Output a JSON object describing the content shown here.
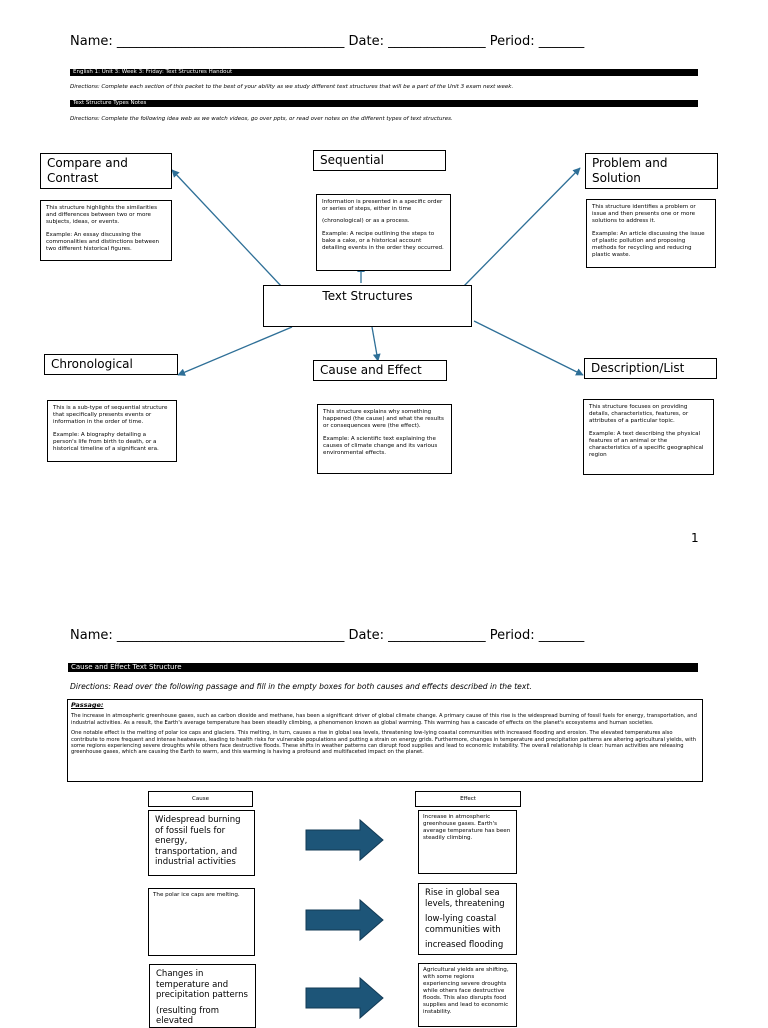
{
  "page1": {
    "header": "Name: ___________________________________ Date: _______________ Period: _______",
    "bar1": "English 1: Unit 3: Week 3: Friday: Text Structures Handout",
    "directions1": "Directions: Complete each section of this packet to the best of your ability as we study different text structures that will be a part of the Unit 3 exam next week.",
    "bar2": "Text Structure Types Notes",
    "directions2": "Directions: Complete the following idea web as we watch videos, go over ppts, or read over notes on the different types of text structures.",
    "center": "Text Structures",
    "compare": {
      "title": "Compare and Contrast",
      "p1": "This structure highlights the similarities and differences between two or more subjects, ideas, or events.",
      "p2": "Example: An essay discussing the commonalities and distinctions between two different historical figures."
    },
    "sequential": {
      "title": "Sequential",
      "p1": "Information is presented in a specific order or series of steps, either in time",
      "p2": "(chronological) or as a process.",
      "p3": "Example: A recipe outlining the steps to bake a cake, or a historical account detailing events in the order they occurred."
    },
    "problem": {
      "title": "Problem and Solution",
      "p1": "This structure identifies a problem or issue and then presents one or more solutions to address it.",
      "p2": "Example: An article discussing the issue of plastic pollution and proposing methods for recycling and reducing plastic waste."
    },
    "chronological": {
      "title": "Chronological",
      "p1": "This is a sub-type of sequential structure that specifically presents events or information in the order of time.",
      "p2": "Example: A biography detailing a person's life from birth to death, or a historical timeline of a significant era."
    },
    "cause": {
      "title": "Cause and Effect",
      "p1": "This structure explains why something happened (the cause) and what the results or consequences were (the effect).",
      "p2": "Example: A scientific text explaining the causes of climate change and its various environmental effects."
    },
    "description": {
      "title": "Description/List",
      "p1": "This structure focuses on providing details, characteristics, features, or attributes of a particular topic.",
      "p2": "Example: A text describing the physical features of an animal or the characteristics of a specific geographical region"
    },
    "page_number": "1"
  },
  "page2": {
    "header": "Name: ___________________________________ Date: _______________ Period: _______",
    "bar": "Cause and Effect Text Structure",
    "directions": "Directions: Read over the following passage and fill in the empty boxes for both causes and effects described in the text.",
    "passage_heading": "Passage:",
    "passage_p1": "The increase in atmospheric greenhouse gases, such as carbon dioxide and methane, has been a significant driver of global climate change. A primary cause of this rise is the widespread burning of fossil fuels for energy, transportation, and industrial activities. As a result, the Earth's average temperature has been steadily climbing, a phenomenon known as global warming. This warming has a cascade of effects on the planet's ecosystems and human societies.",
    "passage_p2": "One notable effect is the melting of polar ice caps and glaciers. This melting, in turn, causes a rise in global sea levels, threatening low-lying coastal communities with increased flooding and erosion. The elevated temperatures also contribute to more frequent and intense heatwaves, leading to health risks for vulnerable populations and putting a strain on energy grids. Furthermore, changes in temperature and precipitation patterns are altering agricultural yields, with some regions experiencing severe droughts while others face destructive floods. These shifts in weather patterns can disrupt food supplies and lead to economic instability. The overall relationship is clear: human activities are releasing greenhouse gases, which are causing the Earth to warm, and this warming is having a profound and multifaceted impact on the planet.",
    "cause_label": "Cause",
    "effect_label": "Effect",
    "cause1": "Widespread burning of fossil fuels for energy, transportation, and industrial activities",
    "effect1": "Increase in atmospheric greenhouse gases. Earth's average temperature has been steadily climbing.",
    "cause2": "The polar ice caps are melting.",
    "effect2_a": "Rise in global sea levels, threatening",
    "effect2_b": "low-lying coastal communities with",
    "effect2_c": "increased flooding",
    "cause3_a": "Changes in temperature and precipitation patterns",
    "cause3_b": "(resulting from elevated",
    "effect3": "Agricultural yields are shifting, with some regions experiencing severe droughts while others face destructive floods. This also disrupts food supplies and lead to economic instability."
  },
  "colors": {
    "arrow_web": "#2e6f97",
    "arrow_block": "#1d5578"
  }
}
